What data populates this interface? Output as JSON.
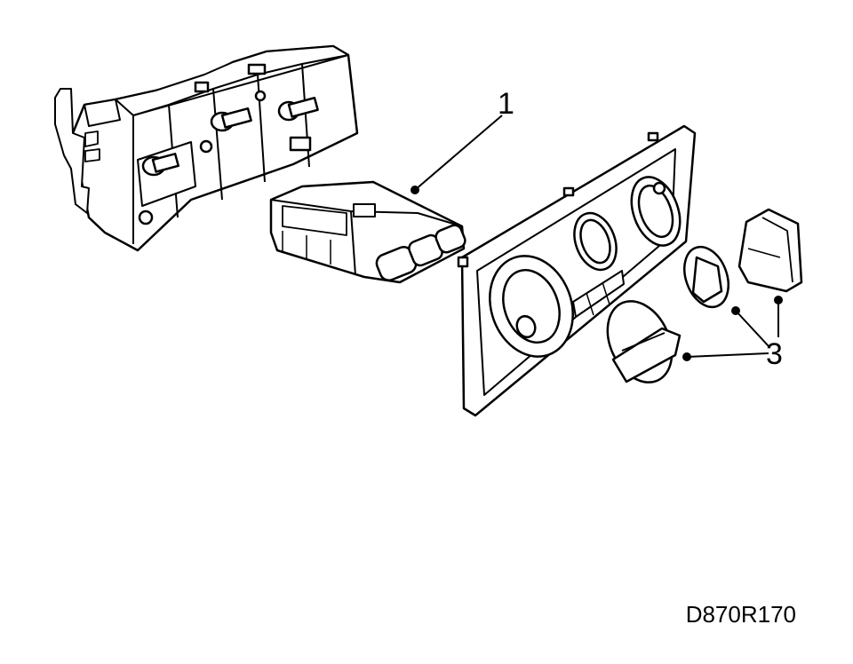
{
  "callouts": {
    "part_1": "1",
    "part_3": "3"
  },
  "reference_code": "D870R170",
  "colors": {
    "line": "#000000",
    "background": "#ffffff"
  }
}
